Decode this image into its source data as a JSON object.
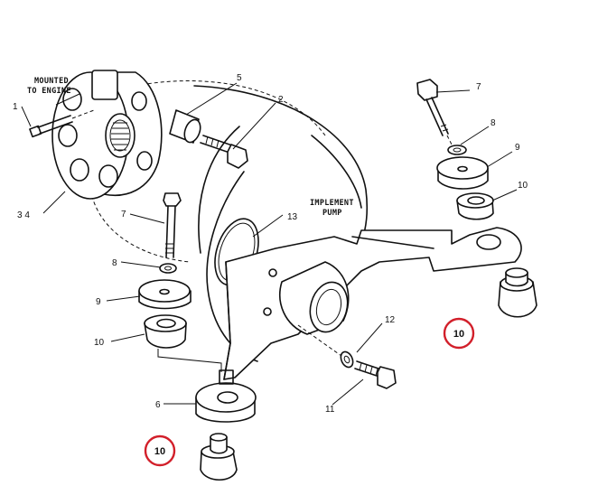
{
  "diagram": {
    "notes": {
      "mounted_line1": "MOUNTED",
      "mounted_line2": "TO ENGINE",
      "pump_line1": "IMPLEMENT",
      "pump_line2": "PUMP"
    },
    "callouts": {
      "c1": "1",
      "c2": "2",
      "c3_4": "3 4",
      "c5": "5",
      "c6": "6",
      "c7_right": "7",
      "c7_left": "7",
      "c8_right": "8",
      "c8_left": "8",
      "c9_right": "9",
      "c9_left": "9",
      "c10_right": "10",
      "c10_left": "10",
      "c10_hl_right": "10",
      "c10_hl_left": "10",
      "c11": "11",
      "c12": "12",
      "c13": "13"
    },
    "highlight_color": "#d21f2a"
  }
}
